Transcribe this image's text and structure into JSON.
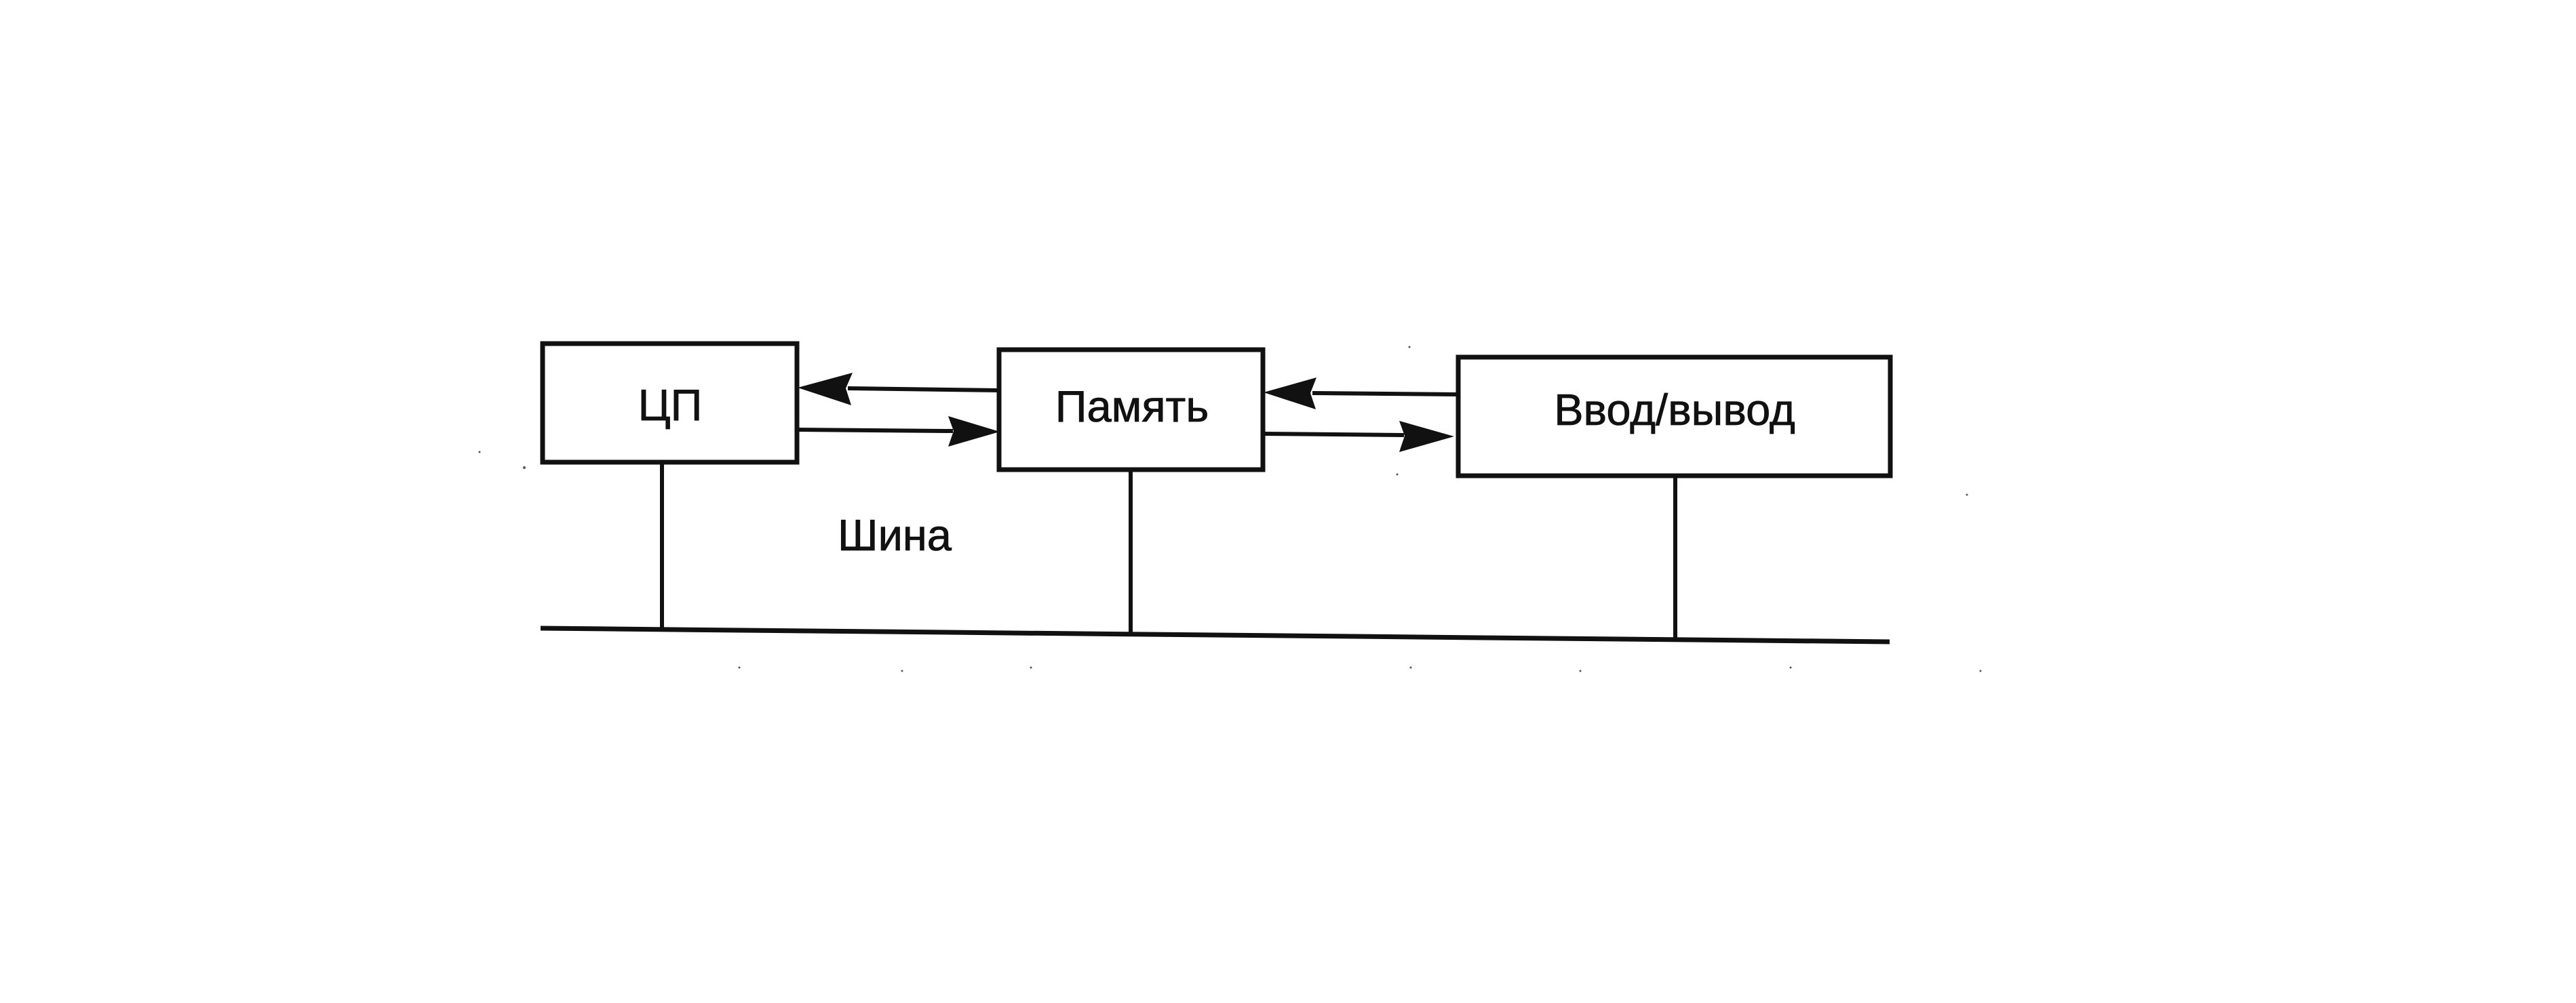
{
  "diagram": {
    "title": "",
    "blocks": {
      "cpu": {
        "label": "ЦП"
      },
      "memory": {
        "label": "Память"
      },
      "io": {
        "label": "Ввод/вывод"
      }
    },
    "bus_label": "Шина",
    "connections": [
      {
        "from": "memory",
        "to": "cpu",
        "kind": "arrow"
      },
      {
        "from": "cpu",
        "to": "memory",
        "kind": "arrow"
      },
      {
        "from": "io",
        "to": "memory",
        "kind": "arrow"
      },
      {
        "from": "memory",
        "to": "io",
        "kind": "arrow"
      },
      {
        "from": "cpu",
        "to": "bus",
        "kind": "line"
      },
      {
        "from": "memory",
        "to": "bus",
        "kind": "line"
      },
      {
        "from": "io",
        "to": "bus",
        "kind": "line"
      }
    ],
    "colors": {
      "ink": "#111111",
      "paper": "#ffffff"
    }
  }
}
